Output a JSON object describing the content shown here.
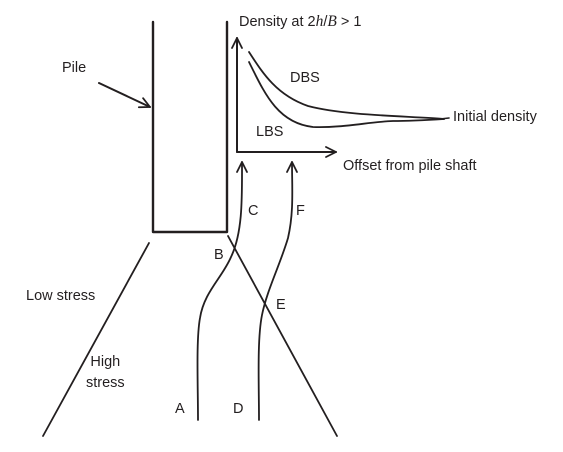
{
  "diagram": {
    "pile_label": "Pile",
    "axis_title": {
      "prefix": "Density at 2",
      "h": "h",
      "slash": "/",
      "B": "B",
      "suffix": " > 1"
    },
    "x_axis_label": "Offset from pile shaft",
    "curve_dbs_label": "DBS",
    "curve_lbs_label": "LBS",
    "initial_density_label": "Initial density",
    "low_stress_label": "Low stress",
    "high_stress_label": "High\nstress",
    "point_labels": {
      "A": "A",
      "B": "B",
      "C": "C",
      "D": "D",
      "E": "E",
      "F": "F"
    }
  }
}
